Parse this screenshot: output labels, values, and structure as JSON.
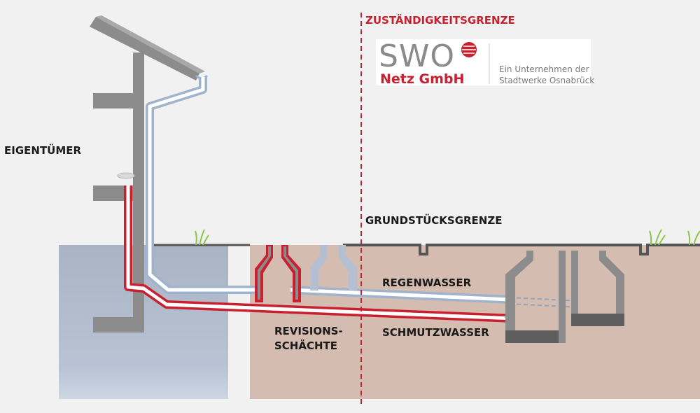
{
  "labels": {
    "zustaendigkeitsgrenze": "ZUSTÄNDIGKEITSGRENZE",
    "eigentuemer": "EIGENTÜMER",
    "grundstuecksgrenze": "GRUNDSTÜCKSGRENZE",
    "regenwasser": "REGENWASSER",
    "schmutzwasser": "SCHMUTZWASSER",
    "revisions_line1": "REVISIONS-",
    "revisions_line2": "SCHÄCHTE"
  },
  "logo": {
    "brand": "SWO",
    "company": "Netz GmbH",
    "tagline_line1": "Ein Unternehmen der",
    "tagline_line2": "Stadtwerke Osnabrück"
  },
  "colors": {
    "sewage_pipe": "#c8202f",
    "rain_pipe": "#9fb4cc",
    "boundary_line": "#c8202f",
    "soil": "#d4bcb0",
    "basement": "#a9b6c8",
    "structure": "#8c8c8c"
  }
}
